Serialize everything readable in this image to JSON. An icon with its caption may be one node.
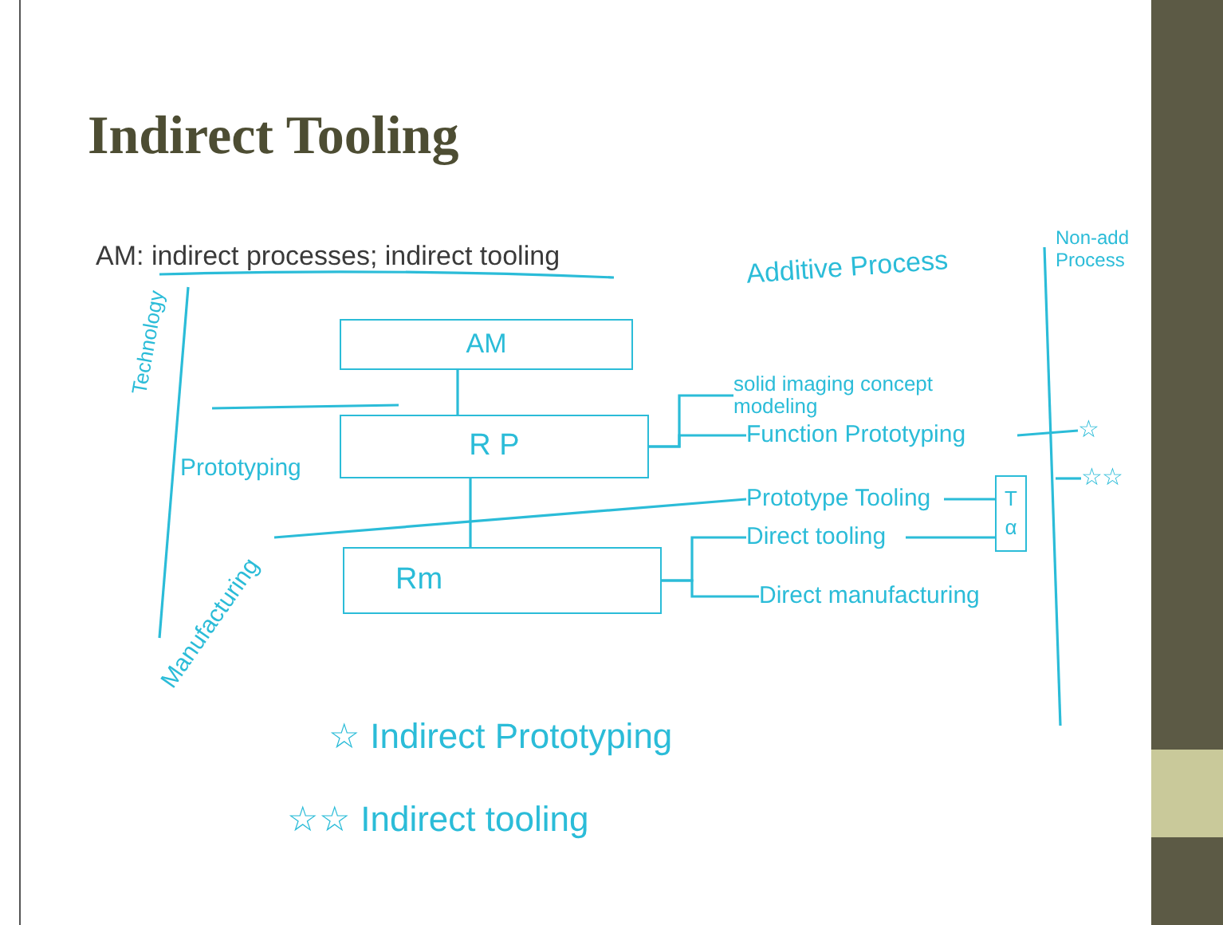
{
  "diagram": {
    "title": "Indirect Tooling",
    "nodes": [
      {
        "text": [
          "AM"
        ]
      },
      {
        "text": [
          "R P"
        ]
      },
      {
        "text": [
          "Rm"
        ]
      },
      {
        "text": [
          "solid imaging concept modeling"
        ]
      },
      {
        "text": [
          "Function Prototyping"
        ]
      },
      {
        "text": [
          "Prototype Tooling"
        ]
      },
      {
        "text": [
          "Direct tooling"
        ]
      },
      {
        "text": [
          "Direct manufacturing"
        ]
      },
      {
        "text": [
          "☆"
        ]
      },
      {
        "text": [
          "☆☆"
        ]
      },
      {
        "text": [
          "T",
          "α"
        ]
      }
    ],
    "edges": [
      {
        "from": 0,
        "to": 1,
        "arrow": "none"
      },
      {
        "from": 1,
        "to": 2,
        "arrow": "none"
      },
      {
        "from": 1,
        "to": 3,
        "arrow": "none"
      },
      {
        "from": 1,
        "to": 4,
        "arrow": "none"
      },
      {
        "from": null,
        "to": 5,
        "arrow": "none"
      },
      {
        "from": 2,
        "to": 6,
        "arrow": "none"
      },
      {
        "from": 2,
        "to": 7,
        "arrow": "none"
      },
      {
        "from": 4,
        "to": 8,
        "arrow": "none"
      },
      {
        "from": null,
        "to": 9,
        "arrow": "none"
      },
      {
        "from": 5,
        "to": 10,
        "arrow": "none"
      },
      {
        "from": 6,
        "to": 10,
        "arrow": "none"
      }
    ],
    "labels": [
      "AM: indirect processes; indirect tooling",
      "Technology",
      "Prototyping",
      "Manufacturing",
      "Additive Process",
      "Non-add Process",
      "☆ Indirect Prototyping",
      "☆☆ Indirect tooling"
    ]
  }
}
